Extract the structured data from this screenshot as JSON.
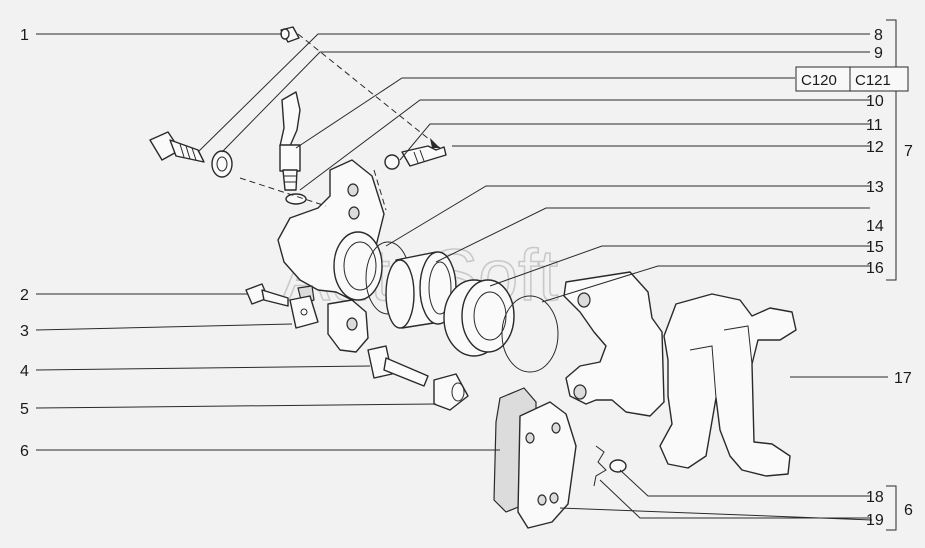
{
  "watermark": "AutoSoft",
  "callouts": {
    "c1": "1",
    "c2": "2",
    "c3": "3",
    "c4": "4",
    "c5": "5",
    "c6": "6",
    "c7": "7",
    "c8": "8",
    "c9": "9",
    "c10": "10",
    "c11": "11",
    "c12": "12",
    "c13": "13",
    "c14": "14",
    "c15": "15",
    "c16": "16",
    "c17": "17",
    "c18": "18",
    "c19": "19",
    "c6b": "6"
  },
  "refs": {
    "r1": "C120",
    "r2": "C121"
  }
}
